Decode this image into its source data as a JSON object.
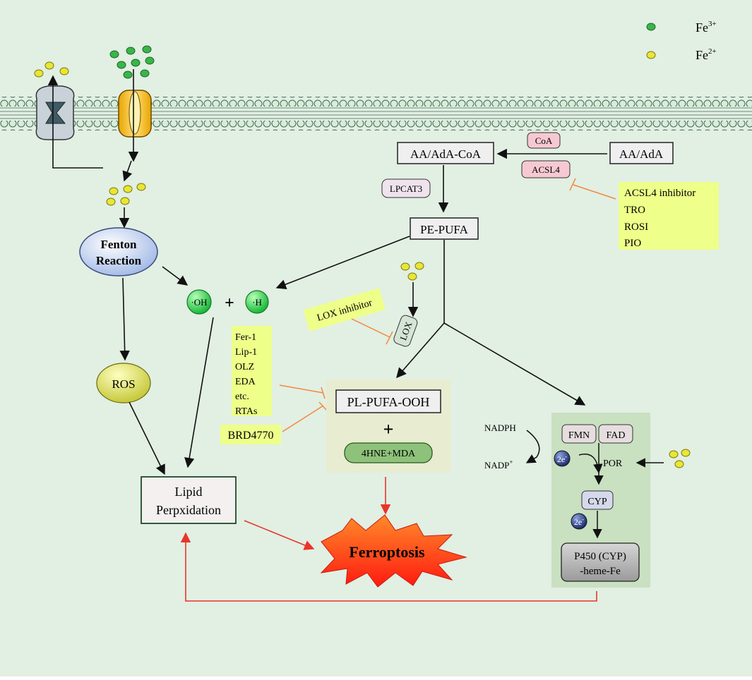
{
  "legend": {
    "fe3": "Fe",
    "fe3_sup": "3+",
    "fe2": "Fe",
    "fe2_sup": "2+"
  },
  "colors": {
    "background": "#e2efe3",
    "fe3_dot": "#39b54a",
    "fe2_dot": "#e8e635",
    "yellow_box": "#eeff8a",
    "pink_box": "#f6c9d2",
    "box_fill": "#efefef",
    "red_arrow": "#e8352a",
    "inhibitor_line": "#f08a3e",
    "p450_panel": "#c9e0c1",
    "pl_panel": "#e8ecd0",
    "green_bubble": "#2fc84a",
    "ros_bubble": "#dadd4a"
  },
  "nodes": {
    "fenton_line1": "Fenton",
    "fenton_line2": "Reaction",
    "oh": "·OH",
    "plus": "+",
    "h": "·H",
    "ros": "ROS",
    "lipid_line1": "Lipid",
    "lipid_line2": "Perpxidation",
    "ferroptosis": "Ferroptosis",
    "aa_ada_coa": "AA/AdA-CoA",
    "aa_ada": "AA/AdA",
    "coa": "CoA",
    "acsl4": "ACSL4",
    "lpcat3": "LPCAT3",
    "pe_pufa": "PE-PUFA",
    "lox": "LOX",
    "lox_inhibitor": "LOX inhibitor",
    "pl_pufa_ooh": "PL-PUFA-OOH",
    "plus2": "+",
    "hne_mda": "4HNE+MDA",
    "brd4770": "BRD4770",
    "nadph": "NADPH",
    "nadp": "NADP",
    "nadp_sup": "+",
    "fmn": "FMN",
    "fad": "FAD",
    "e1": "2e",
    "e1_sup": "-",
    "por": "POR",
    "cyp": "CYP",
    "e2": "2e",
    "e2_sup": "-",
    "p450_line1": "P450 (CYP)",
    "p450_line2": "-heme-Fe"
  },
  "acsl4_inhibitors": [
    "ACSL4 inhibitor",
    "TRO",
    "ROSI",
    "PIO"
  ],
  "radical_inhibitors": [
    "Fer-1",
    "Lip-1",
    "OLZ",
    "EDA",
    "etc.",
    "RTAs"
  ]
}
